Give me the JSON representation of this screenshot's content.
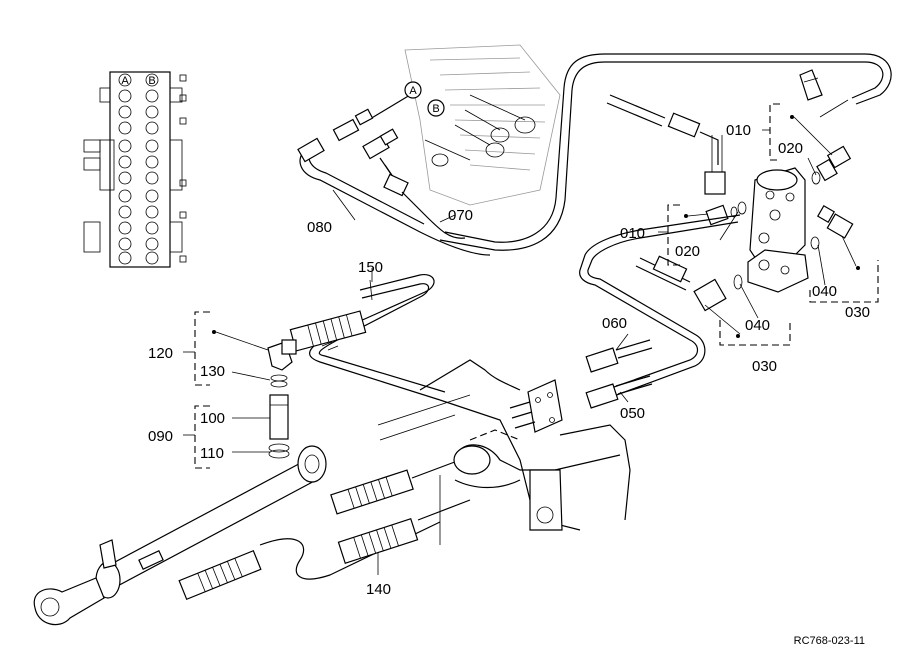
{
  "labels": {
    "p010": "010",
    "p020": "020",
    "p030": "030",
    "p040": "040",
    "p050": "050",
    "p060": "060",
    "p070": "070",
    "p080": "080",
    "p090": "090",
    "p100": "100",
    "p110": "110",
    "p120": "120",
    "p130": "130",
    "p140": "140",
    "p150": "150"
  },
  "port_markers": {
    "a": "A",
    "b": "B"
  },
  "reference_code": "RC768-023-11"
}
